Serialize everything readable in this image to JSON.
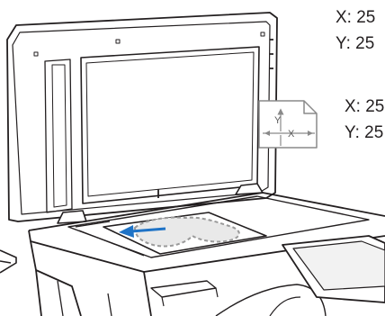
{
  "scanner_dimensions": {
    "upper": {
      "x_label": "X: 25",
      "y_label": "Y: 25"
    },
    "lower": {
      "x_label": "X: 25",
      "y_label": "Y: 25"
    }
  },
  "document_icon": {
    "x_axis": "X",
    "y_axis": "Y"
  },
  "colors": {
    "outline": "#231f20",
    "arrow": "#1f73c6",
    "document_outline": "#9a9a9a"
  }
}
